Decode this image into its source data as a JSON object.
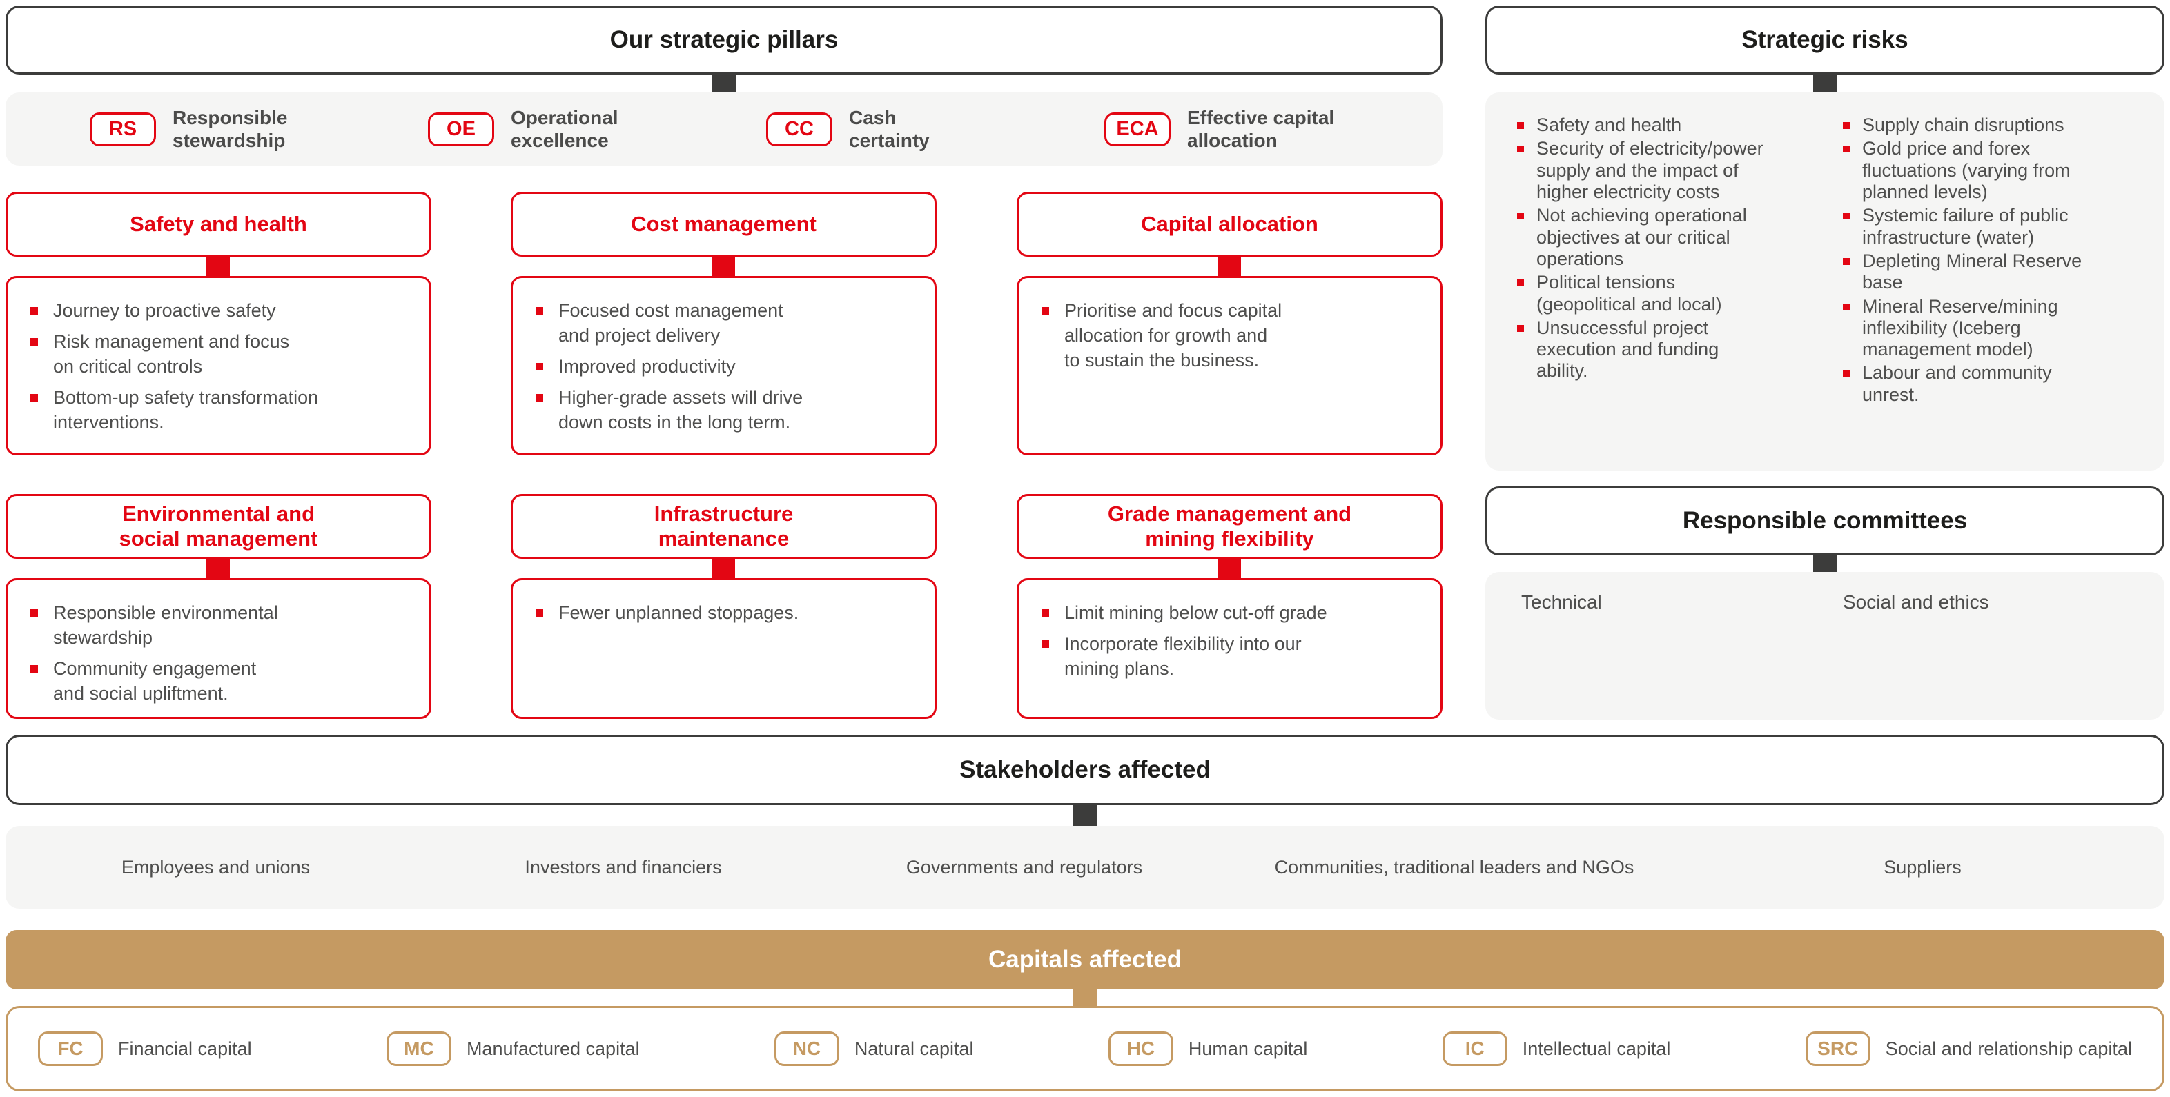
{
  "colors": {
    "accent_red": "#e30613",
    "accent_gold": "#c59a62",
    "dark": "#3c3c3b",
    "panel_gray": "#f5f5f4",
    "text_gray": "#4e4e4d"
  },
  "pillars": {
    "header": "Our strategic pillars",
    "badges": [
      {
        "code": "RS",
        "label": "Responsible\nstewardship"
      },
      {
        "code": "OE",
        "label": "Operational\nexcellence"
      },
      {
        "code": "CC",
        "label": "Cash\ncertainty"
      },
      {
        "code": "ECA",
        "label": "Effective capital\nallocation"
      }
    ],
    "columns": [
      {
        "boxes": [
          {
            "title": "Safety and health",
            "bullets": [
              "Journey to proactive safety",
              "Risk management and focus\non critical controls",
              "Bottom-up safety transformation\ninterventions."
            ]
          },
          {
            "title": "Environmental and\nsocial management",
            "bullets": [
              "Responsible environmental\nstewardship",
              "Community engagement\nand social upliftment."
            ]
          }
        ]
      },
      {
        "boxes": [
          {
            "title": "Cost management",
            "bullets": [
              "Focused cost management\nand project delivery",
              "Improved productivity",
              "Higher-grade assets will drive\ndown costs in the long term."
            ]
          },
          {
            "title": "Infrastructure\nmaintenance",
            "bullets": [
              "Fewer unplanned stoppages."
            ]
          }
        ]
      },
      {
        "boxes": [
          {
            "title": "Capital allocation",
            "bullets": [
              "Prioritise and focus capital\nallocation for growth and\nto sustain the business."
            ]
          },
          {
            "title": "Grade management and\nmining flexibility",
            "bullets": [
              "Limit mining below cut-off grade",
              "Incorporate flexibility into our\nmining plans."
            ]
          }
        ]
      }
    ]
  },
  "risks": {
    "header": "Strategic risks",
    "columns": [
      {
        "items": [
          "Safety and health",
          "Security of electricity/power\nsupply and the impact of\nhigher electricity costs",
          "Not achieving operational\nobjectives at our critical\noperations",
          "Political tensions\n(geopolitical and local)",
          "Unsuccessful project\nexecution and funding\nability."
        ]
      },
      {
        "items": [
          "Supply chain disruptions",
          "Gold price and forex\nfluctuations (varying from\nplanned levels)",
          "Systemic failure of public\ninfrastructure (water)",
          "Depleting Mineral Reserve\nbase",
          "Mineral Reserve/mining\ninflexibility (Iceberg\nmanagement model)",
          "Labour and community\nunrest."
        ]
      }
    ]
  },
  "committees": {
    "header": "Responsible committees",
    "items": [
      "Technical",
      "Social and ethics"
    ]
  },
  "stakeholders": {
    "header": "Stakeholders affected",
    "items": [
      "Employees and unions",
      "Investors and financiers",
      "Governments and regulators",
      "Communities, traditional leaders and NGOs",
      "Suppliers"
    ]
  },
  "capitals": {
    "header": "Capitals affected",
    "items": [
      {
        "code": "FC",
        "label": "Financial capital"
      },
      {
        "code": "MC",
        "label": "Manufactured capital"
      },
      {
        "code": "NC",
        "label": "Natural capital"
      },
      {
        "code": "HC",
        "label": "Human capital"
      },
      {
        "code": "IC",
        "label": "Intellectual capital"
      },
      {
        "code": "SRC",
        "label": "Social and relationship capital"
      }
    ]
  }
}
